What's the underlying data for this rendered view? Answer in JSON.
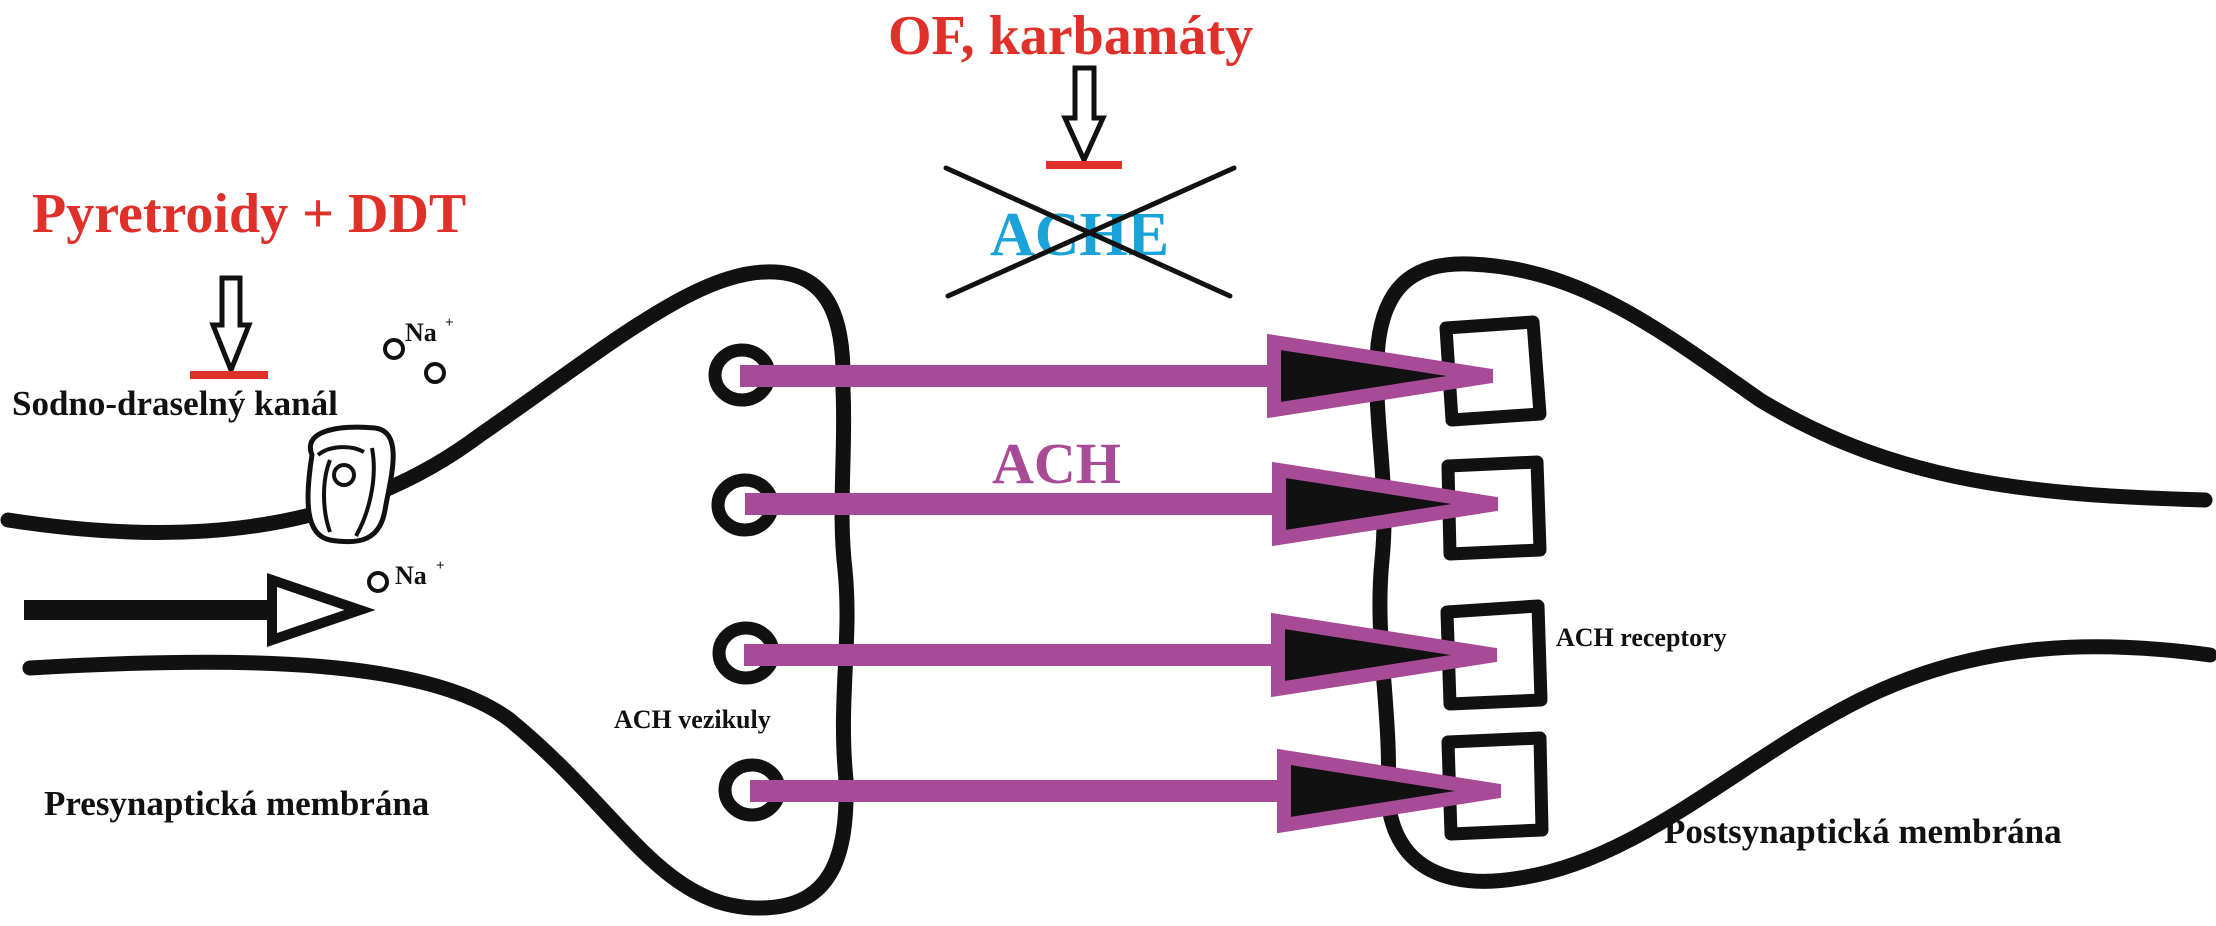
{
  "labels": {
    "pyrethroid": "Pyretroidy + DDT",
    "organophosphate": "OF, karbamáty",
    "enzyme": "ACHE",
    "neurotransmitter": "ACH",
    "channel": "Sodno-draselný kanál",
    "ion": "Na",
    "ion_charge": "+",
    "vesicles": "ACH vezikuly",
    "receptors": "ACH receptory",
    "presynaptic": "Presynaptická membrána",
    "postsynaptic": "Postsynaptická membrána"
  },
  "colors": {
    "inhibitor_red": "#e0302a",
    "enzyme_blue": "#1aa3d8",
    "ach_magenta": "#a84b96",
    "ink": "#111111"
  },
  "icons": {
    "inhibition_arrow": "hollow-down-arrow-icon",
    "inhibition_bar": "red-bar-icon",
    "cross": "x-cross-icon",
    "signal_arrow": "hollow-right-arrow-icon",
    "ion": "circle-icon",
    "vesicle": "ring-icon",
    "receptor": "square-receptor-icon",
    "ach_arrow": "magenta-arrow-icon",
    "channel": "ion-channel-icon"
  }
}
